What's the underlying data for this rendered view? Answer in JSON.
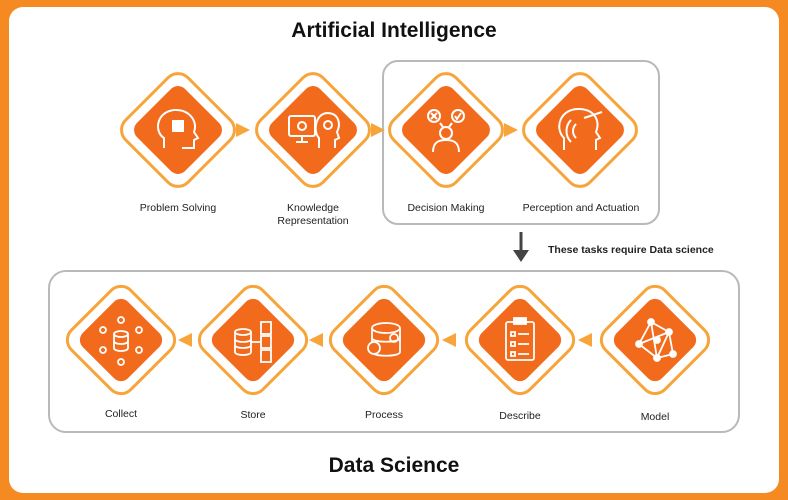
{
  "ai_section": {
    "title": "Artificial Intelligence",
    "nodes": [
      {
        "label": "Problem Solving",
        "icon": "head-puzzle-icon"
      },
      {
        "label": "Knowledge Representation",
        "icon": "monitor-gears-icon"
      },
      {
        "label": "Decision Making",
        "icon": "person-choice-icon"
      },
      {
        "label": "Perception and Actuation",
        "icon": "head-perception-icon"
      }
    ]
  },
  "transition": {
    "label": "These tasks require Data science",
    "icon": "down-arrow-icon"
  },
  "ds_section": {
    "title": "Data Science",
    "nodes": [
      {
        "label": "Collect",
        "icon": "database-network-icon"
      },
      {
        "label": "Store",
        "icon": "database-files-icon"
      },
      {
        "label": "Process",
        "icon": "server-gear-icon"
      },
      {
        "label": "Describe",
        "icon": "clipboard-list-icon"
      },
      {
        "label": "Model",
        "icon": "network-graph-icon"
      }
    ]
  },
  "colors": {
    "background": "#f58a23",
    "diamond_fill": "#f26b1d",
    "diamond_outline": "#f7a43a",
    "connector": "#f7a43a",
    "box_border": "#b9b9b9",
    "arrow": "#444444"
  }
}
